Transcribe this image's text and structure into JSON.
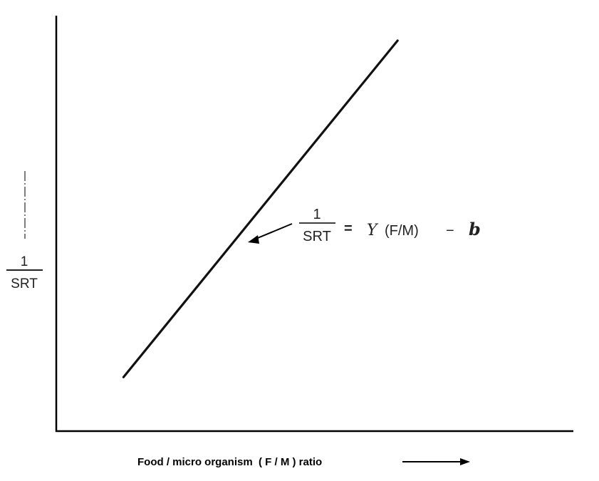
{
  "chart_data": {
    "type": "line",
    "title": "",
    "xlabel": "Food / micro organism  ( F / M ) ratio",
    "ylabel": {
      "numerator": "1",
      "denominator": "SRT"
    },
    "grid": false,
    "legend": "none",
    "x_tick_labels": [],
    "y_tick_labels": [],
    "series": [
      {
        "points": [
          [
            0.13,
            0.13
          ],
          [
            0.66,
            0.94
          ]
        ]
      }
    ],
    "annotations": [
      {
        "text_fraction": {
          "numerator": "1",
          "denominator": "SRT"
        },
        "equals": "=",
        "y_symbol": "Y",
        "ratio": "(F/M)",
        "minus": "−",
        "b_symbol": "b"
      }
    ],
    "xlim": [
      0,
      1
    ],
    "ylim": [
      0,
      1
    ],
    "colors": {
      "line": "#111111",
      "axes": "#000000",
      "text": "#222222"
    }
  }
}
